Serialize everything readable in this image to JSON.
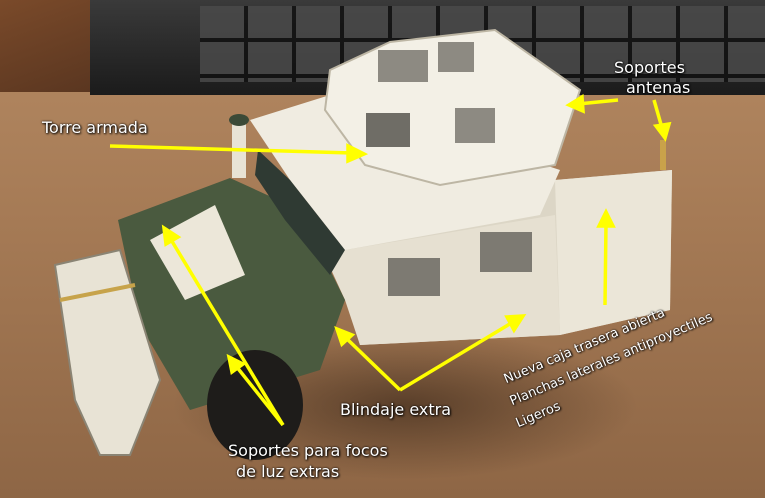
{
  "labels": {
    "torre": "Torre  armada",
    "soportes_antenas_1": "Soportes",
    "soportes_antenas_2": "antenas",
    "blindaje": "Blindaje extra",
    "focos_1": "Soportes para focos",
    "focos_2": "de luz extras",
    "caja_1": "Nueva caja trasera abierta",
    "caja_2": "Planchas laterales antiproyectiles",
    "caja_3": "Ligeros"
  },
  "colors": {
    "arrow": "#ffff00",
    "label_text": "#ffffff",
    "hood": "#4a5a3f",
    "body": "#e8e2d2"
  }
}
